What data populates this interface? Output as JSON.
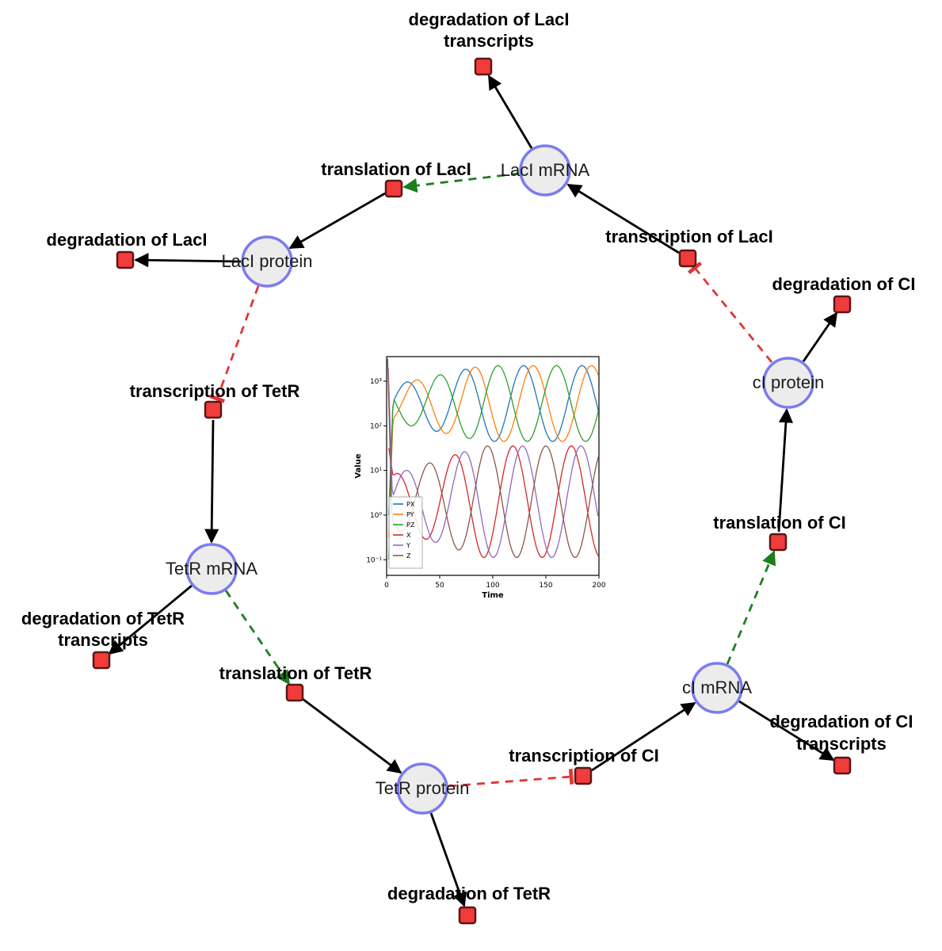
{
  "diagram": {
    "species": {
      "laci_mrna": {
        "label": "LacI mRNA"
      },
      "laci_protein": {
        "label": "LacI protein"
      },
      "ci_protein": {
        "label": "cI protein"
      },
      "tetr_mrna": {
        "label": "TetR mRNA"
      },
      "ci_mrna": {
        "label": "cI mRNA"
      },
      "tetr_protein": {
        "label": "TetR protein"
      }
    },
    "reactions": {
      "deg_laci_tx": {
        "lines": [
          "degradation of LacI",
          "transcripts"
        ]
      },
      "translation_laci": {
        "label": "translation of LacI"
      },
      "transcription_laci": {
        "label": "transcription of LacI"
      },
      "deg_laci": {
        "label": "degradation of LacI"
      },
      "deg_ci": {
        "label": "degradation of CI"
      },
      "transcription_tetr": {
        "label": "transcription of TetR"
      },
      "translation_ci": {
        "label": "translation of CI"
      },
      "deg_tetr_tx": {
        "lines": [
          "degradation of TetR",
          "transcripts"
        ]
      },
      "translation_tetr": {
        "label": "translation of TetR"
      },
      "transcription_ci": {
        "label": "transcription of CI"
      },
      "deg_ci_tx": {
        "lines": [
          "degradation of CI",
          "transcripts"
        ]
      },
      "deg_tetr": {
        "label": "degradation of TetR"
      }
    },
    "colors": {
      "species_fill": "#ececec",
      "species_stroke": "#7b7bf0",
      "reaction_fill": "#f23b3b",
      "edge": "#000000",
      "modifier_edge": "#1d7d1d",
      "inhibition_edge": "#e23535"
    }
  },
  "chart_data": {
    "type": "line",
    "xlabel": "Time",
    "ylabel": "Value",
    "x_range": [
      0,
      200
    ],
    "y_scale": "log",
    "x_ticks": [
      0,
      50,
      100,
      150,
      200
    ],
    "x_tick_labels": [
      "0",
      "50",
      "100",
      "150",
      "200"
    ],
    "y_tick_exponents": [
      -1,
      0,
      1,
      2,
      3
    ],
    "y_tick_labels": [
      "10⁻¹",
      "10⁰",
      "10¹",
      "10²",
      "10³"
    ],
    "legend": [
      "PX",
      "PY",
      "PZ",
      "X",
      "Y",
      "Z"
    ],
    "legend_position": "lower-left",
    "grid": false,
    "series": [
      {
        "name": "PX",
        "color": "#1f77b4",
        "log_center": 2.5,
        "log_amplitude": 0.85,
        "period": 55,
        "peak_time": 74,
        "start_time": 2.0,
        "start_log": 0.0
      },
      {
        "name": "PY",
        "color": "#ff7f0e",
        "log_center": 2.5,
        "log_amplitude": 0.85,
        "period": 55,
        "peak_time": 28,
        "start_time": 2.0,
        "start_log": -0.5
      },
      {
        "name": "PZ",
        "color": "#2ca02c",
        "log_center": 2.5,
        "log_amplitude": 0.85,
        "period": 55,
        "peak_time": 50,
        "start_time": 2.0,
        "start_log": -1.0
      },
      {
        "name": "X",
        "color": "#d62728",
        "log_center": 0.3,
        "log_amplitude": 1.25,
        "period": 55,
        "peak_time": 64,
        "start_time": 2.0,
        "start_log": 1.5
      },
      {
        "name": "Y",
        "color": "#9467bd",
        "log_center": 0.3,
        "log_amplitude": 1.25,
        "period": 55,
        "peak_time": 18,
        "start_time": 1.5,
        "start_log": 3.3
      },
      {
        "name": "Z",
        "color": "#8c564b",
        "log_center": 0.3,
        "log_amplitude": 1.25,
        "period": 55,
        "peak_time": 40,
        "start_time": 1.0,
        "start_log": 3.5
      }
    ]
  }
}
